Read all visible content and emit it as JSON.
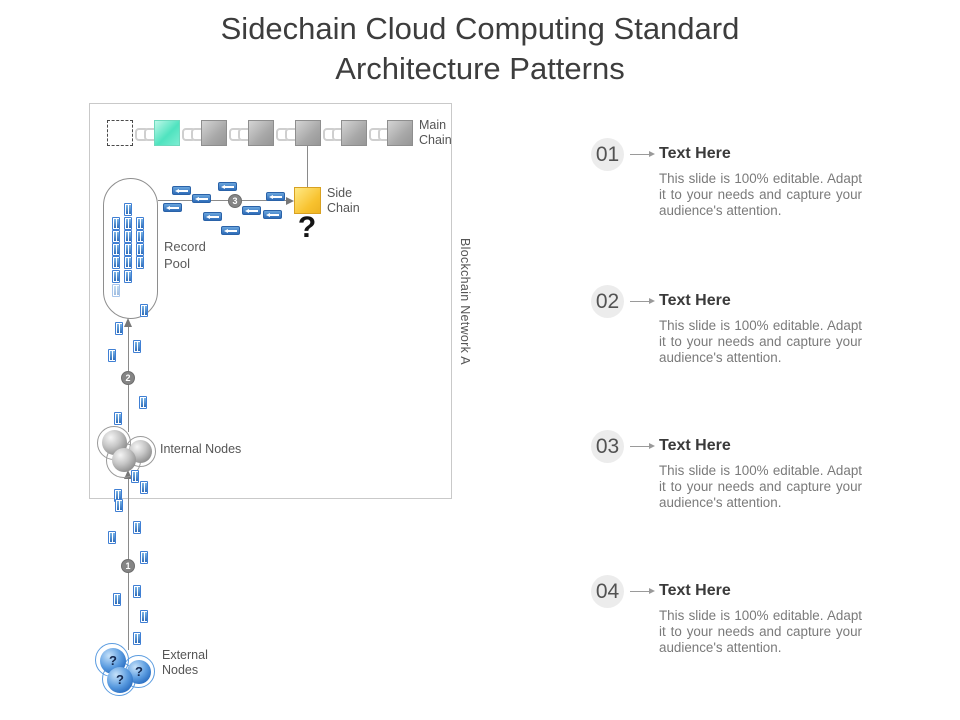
{
  "title": {
    "line1": "Sidechain Cloud Computing Standard",
    "line2": "Architecture Patterns"
  },
  "diagram": {
    "main_chain": {
      "label": "Main Chain"
    },
    "side_chain": {
      "label": "Side Chain",
      "question_mark": "?"
    },
    "record_pool": {
      "label": "Record Pool"
    },
    "internal_nodes": {
      "label": "Internal Nodes"
    },
    "external_nodes": {
      "label": "External Nodes",
      "node_mark": "?"
    },
    "network_label": "Blockchain Network A",
    "badges": [
      "1",
      "2",
      "3"
    ]
  },
  "items": [
    {
      "number": "01",
      "heading": "Text Here",
      "body": "This slide is 100% editable. Adapt it to your needs and capture your audience's attention."
    },
    {
      "number": "02",
      "heading": "Text Here",
      "body": "This slide is 100% editable. Adapt it to your needs and capture your audience's attention."
    },
    {
      "number": "03",
      "heading": "Text Here",
      "body": "This slide is 100% editable. Adapt it to your needs and capture your audience's attention."
    },
    {
      "number": "04",
      "heading": "Text Here",
      "body": "This slide is 100% editable. Adapt it to your needs and capture your audience's attention."
    }
  ],
  "colors": {
    "teal_block": "#4fe3bf",
    "gold_block": "#f8c22f",
    "record_blue": "#3f7fd4",
    "node_gray": "#8d8d8d",
    "node_blue": "#2468bd",
    "text_gray": "#7a7a7a"
  }
}
